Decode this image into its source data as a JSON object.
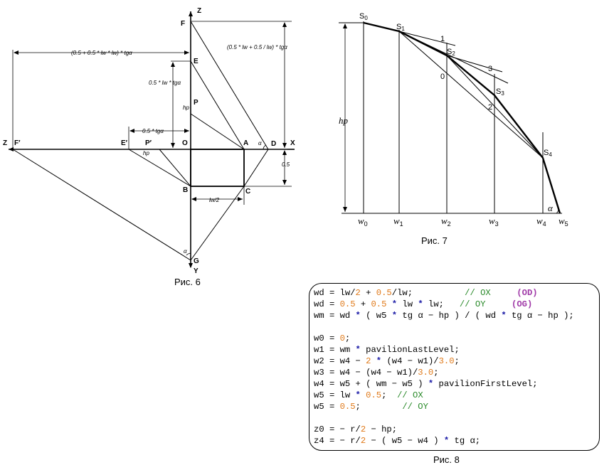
{
  "figure6": {
    "caption": "Рис. 6",
    "points": {
      "F": "F",
      "E": "E",
      "P": "P",
      "O": "O",
      "A": "A",
      "D": "D",
      "B": "B",
      "C": "C",
      "G": "G",
      "F_prime": "F′",
      "E_prime": "E′",
      "P_prime": "P′"
    },
    "axes": {
      "z_up": "Z",
      "z_left": "Z",
      "x": "X",
      "y": "Y"
    },
    "dims": {
      "top_left": "(0.5 + 0.5 * lw * lw) * tgα",
      "top_right": "(0.5 * lw + 0.5 / lw) * tgα",
      "mid": "0.5 * lw * tgα",
      "short": "0.5 * tgα",
      "right_half": "0.5",
      "half_lw": "lw/2",
      "hp_vert": "hp",
      "hp_diag": "hp",
      "alpha_d": "α",
      "alpha_g": "α"
    }
  },
  "figure7": {
    "caption": "Рис. 7",
    "hp": "hp",
    "alpha": "α",
    "s_labels": [
      "S",
      "S",
      "S",
      "S",
      "S"
    ],
    "s_subs": [
      "0",
      "1",
      "2",
      "3",
      "4"
    ],
    "w_labels": [
      "w",
      "w",
      "w",
      "w",
      "w",
      "w"
    ],
    "w_subs": [
      "0",
      "1",
      "2",
      "3",
      "4",
      "5"
    ],
    "marks": [
      "1",
      "0",
      "3",
      "2"
    ]
  },
  "figure8": {
    "caption": "Рис. 8",
    "lines": [
      [
        [
          "t",
          "wd = lw/"
        ],
        [
          "n",
          "2"
        ],
        [
          "t",
          " + "
        ],
        [
          "n",
          "0.5"
        ],
        [
          "t",
          "/lw;          "
        ],
        [
          "c",
          "// OX"
        ],
        [
          "t",
          "     "
        ],
        [
          "p",
          "(OD)"
        ]
      ],
      [
        [
          "t",
          "wd = "
        ],
        [
          "n",
          "0.5"
        ],
        [
          "t",
          " + "
        ],
        [
          "n",
          "0.5"
        ],
        [
          "t",
          " "
        ],
        [
          "o",
          "*"
        ],
        [
          "t",
          " lw "
        ],
        [
          "o",
          "*"
        ],
        [
          "t",
          " lw;   "
        ],
        [
          "c",
          "// OY"
        ],
        [
          "t",
          "     "
        ],
        [
          "p",
          "(OG)"
        ]
      ],
      [
        [
          "t",
          "wm = wd "
        ],
        [
          "o",
          "*"
        ],
        [
          "t",
          " ( w5 "
        ],
        [
          "o",
          "*"
        ],
        [
          "t",
          " tg α − hp ) / ( wd "
        ],
        [
          "o",
          "*"
        ],
        [
          "t",
          " tg α − hp );"
        ]
      ],
      [],
      [
        [
          "t",
          "w0 = "
        ],
        [
          "n",
          "0"
        ],
        [
          "t",
          ";"
        ]
      ],
      [
        [
          "t",
          "w1 = wm "
        ],
        [
          "o",
          "*"
        ],
        [
          "t",
          " pavilionLastLevel;"
        ]
      ],
      [
        [
          "t",
          "w2 = w4 − "
        ],
        [
          "n",
          "2"
        ],
        [
          "t",
          " "
        ],
        [
          "o",
          "*"
        ],
        [
          "t",
          " (w4 − w1)/"
        ],
        [
          "n",
          "3.0"
        ],
        [
          "t",
          ";"
        ]
      ],
      [
        [
          "t",
          "w3 = w4 − (w4 − w1)/"
        ],
        [
          "n",
          "3.0"
        ],
        [
          "t",
          ";"
        ]
      ],
      [
        [
          "t",
          "w4 = w5 + ( wm − w5 ) "
        ],
        [
          "o",
          "*"
        ],
        [
          "t",
          " pavilionFirstLevel;"
        ]
      ],
      [
        [
          "t",
          "w5 = lw "
        ],
        [
          "o",
          "*"
        ],
        [
          "t",
          " "
        ],
        [
          "n",
          "0.5"
        ],
        [
          "t",
          ";  "
        ],
        [
          "c",
          "// OX"
        ]
      ],
      [
        [
          "t",
          "w5 = "
        ],
        [
          "n",
          "0.5"
        ],
        [
          "t",
          ";        "
        ],
        [
          "c",
          "// OY"
        ]
      ],
      [],
      [
        [
          "t",
          "z0 = − r/"
        ],
        [
          "n",
          "2"
        ],
        [
          "t",
          " − hp;"
        ]
      ],
      [
        [
          "t",
          "z4 = − r/"
        ],
        [
          "n",
          "2"
        ],
        [
          "t",
          " − ( w5 − w4 ) "
        ],
        [
          "o",
          "*"
        ],
        [
          "t",
          " tg α;"
        ]
      ]
    ]
  },
  "colors": {
    "number": "#e07a1a",
    "comment": "#2a8a2a",
    "operator": "#1a1aa6",
    "paren_key": "#a03aa8"
  }
}
